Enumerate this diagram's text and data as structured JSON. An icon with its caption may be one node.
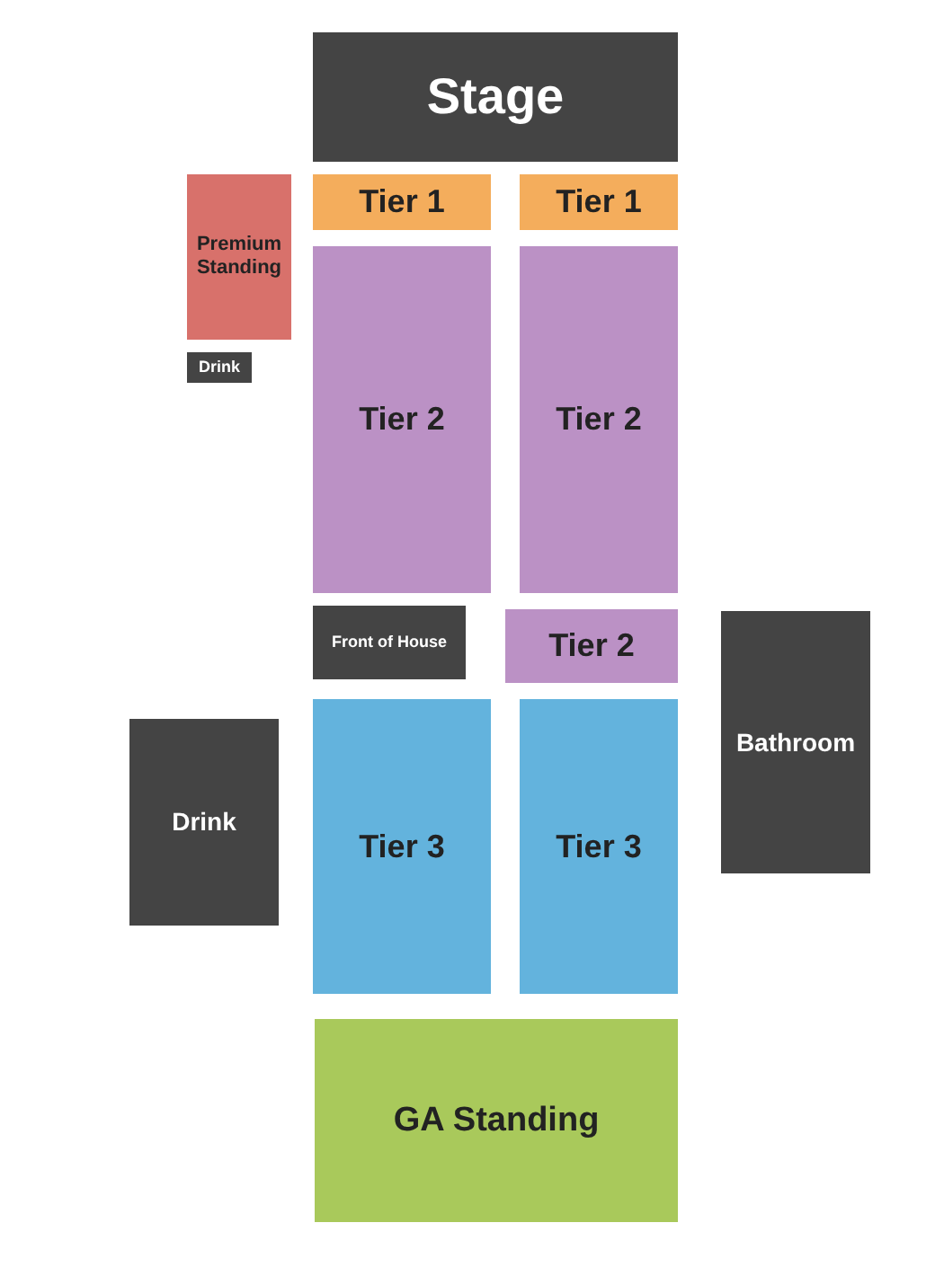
{
  "diagram": {
    "nodes": [
      {
        "text": [
          "Stage"
        ]
      },
      {
        "text": [
          "Tier 1"
        ]
      },
      {
        "text": [
          "Tier 1"
        ]
      },
      {
        "text": [
          "Premium Standing"
        ]
      },
      {
        "text": [
          "Drink"
        ]
      },
      {
        "text": [
          "Tier 2"
        ]
      },
      {
        "text": [
          "Tier 2"
        ]
      },
      {
        "text": [
          "Front of House"
        ]
      },
      {
        "text": [
          "Tier 2"
        ]
      },
      {
        "text": [
          "Bathroom"
        ]
      },
      {
        "text": [
          "Drink"
        ]
      },
      {
        "text": [
          "Tier 3"
        ]
      },
      {
        "text": [
          "Tier 3"
        ]
      },
      {
        "text": [
          "GA Standing"
        ]
      }
    ]
  }
}
